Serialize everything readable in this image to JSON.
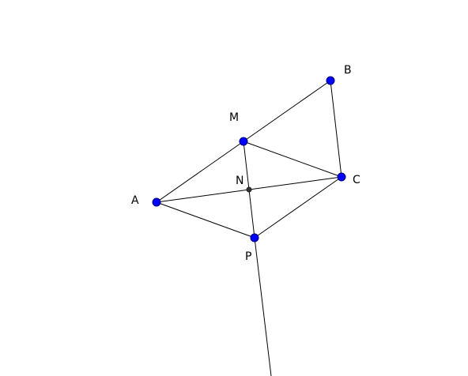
{
  "figure": {
    "points": [
      {
        "id": "A",
        "label": "A"
      },
      {
        "id": "B",
        "label": "B"
      },
      {
        "id": "C",
        "label": "C"
      },
      {
        "id": "M",
        "label": "M"
      },
      {
        "id": "N",
        "label": "N"
      },
      {
        "id": "P",
        "label": "P"
      }
    ],
    "segments": [
      [
        "A",
        "M"
      ],
      [
        "M",
        "B"
      ],
      [
        "B",
        "C"
      ],
      [
        "M",
        "C"
      ],
      [
        "A",
        "C"
      ],
      [
        "A",
        "P"
      ],
      [
        "P",
        "C"
      ],
      [
        "M",
        "P"
      ]
    ],
    "rays": [
      {
        "from": "M",
        "through": "P"
      }
    ],
    "colors": {
      "point_fill": "#0000ff",
      "intersection_fill": "#333333",
      "line": "#000000",
      "background": "#ffffff"
    }
  }
}
